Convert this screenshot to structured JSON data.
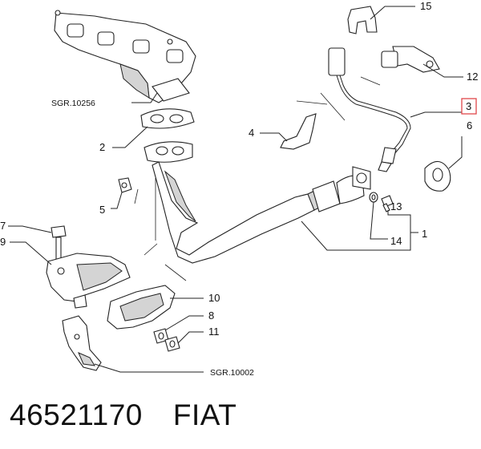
{
  "diagram": {
    "callouts": {
      "c1": "1",
      "c2": "2",
      "c3": "3",
      "c4": "4",
      "c5": "5",
      "c6": "6",
      "c7": "7",
      "c8": "8",
      "c9": "9",
      "c10": "10",
      "c11": "11",
      "c12": "12",
      "c13": "13",
      "c14": "14",
      "c15": "15"
    },
    "references": {
      "manifold": "SGR.10256",
      "bracket": "SGR.10002"
    },
    "highlight_color": "#e0474c"
  },
  "footer": {
    "part_number": "46521170",
    "brand": "FIAT"
  }
}
